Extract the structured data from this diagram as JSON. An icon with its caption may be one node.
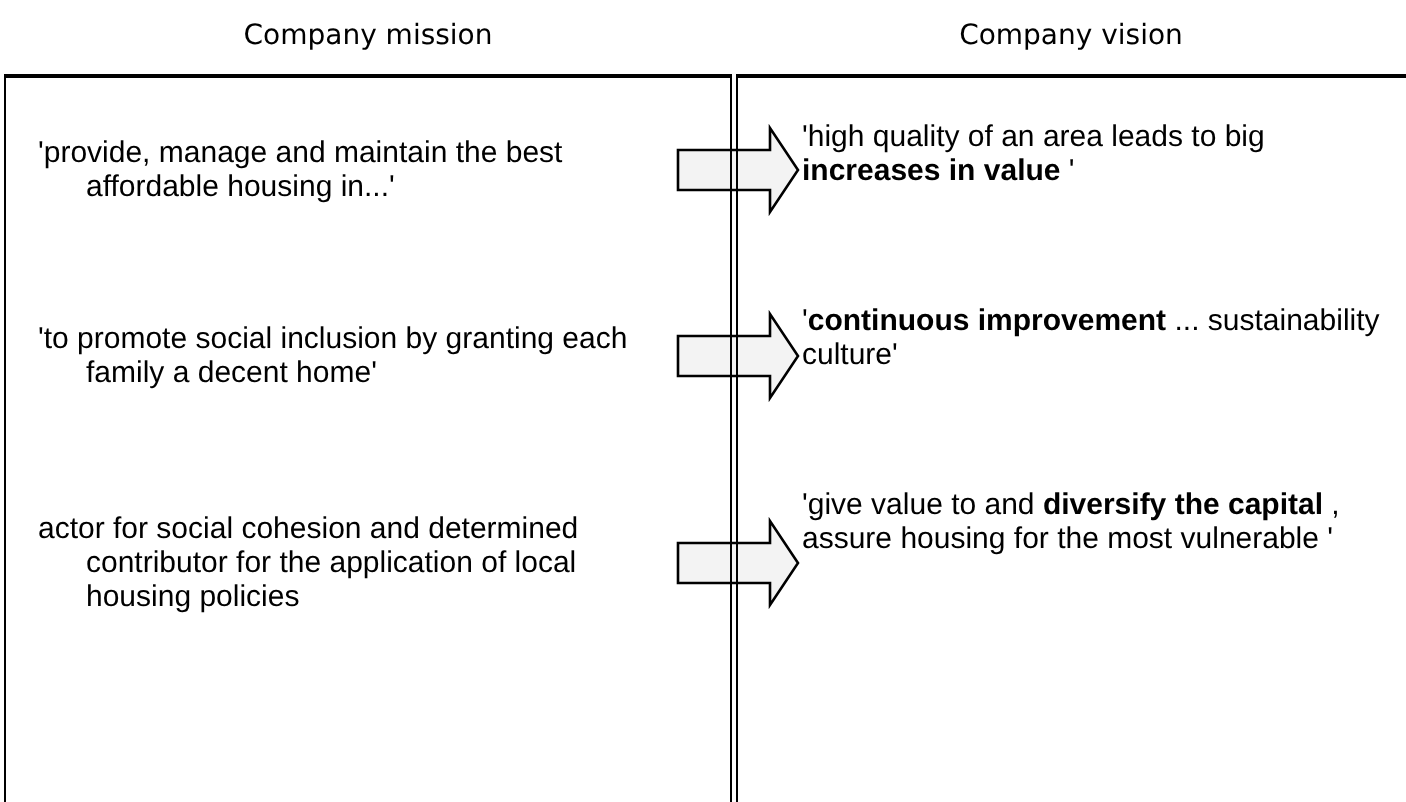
{
  "diagram": {
    "nodes": [
      {
        "text": [
          "Company mission"
        ]
      },
      {
        "text": [
          "Company vision"
        ]
      },
      {
        "text": [
          "'provide, manage and maintain the best affordable housing in...'"
        ],
        "in": 0
      },
      {
        "text": [
          "'to promote social inclusion by granting each family a decent home'"
        ],
        "in": 0
      },
      {
        "text": [
          "actor for social cohesion and determined contributor for the application of local housing policies"
        ],
        "in": 0
      },
      {
        "text": [
          "'high quality of an area leads to big **increases in value** '"
        ],
        "in": 1
      },
      {
        "text": [
          "'**continuous improvement** ... sustainability culture'"
        ],
        "in": 1
      },
      {
        "text": [
          "'give value to and **diversify the capital** , assure housing for the most vulnerable '"
        ],
        "in": 1
      }
    ],
    "edges": [
      {
        "from": 2,
        "to": 5,
        "arrow": "to"
      },
      {
        "from": 3,
        "to": 6,
        "arrow": "to"
      },
      {
        "from": 4,
        "to": 7,
        "arrow": "to"
      }
    ]
  }
}
